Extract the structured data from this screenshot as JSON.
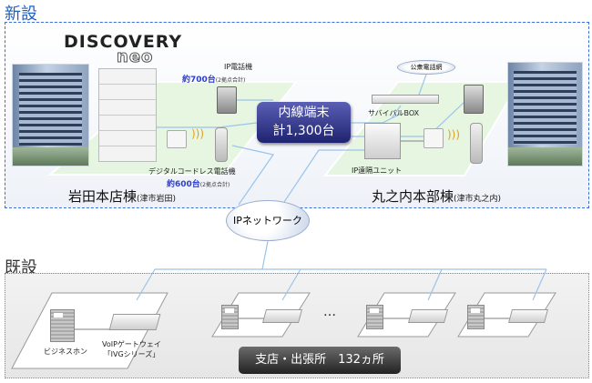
{
  "new_section": {
    "title": "新設",
    "logo": {
      "line1": "DISCOVERY",
      "line2": "neo"
    },
    "ip_phone": {
      "label": "IP電話機",
      "count": "約700台",
      "note": "(2拠点合計)"
    },
    "cordless": {
      "label": "デジタルコードレス電話機",
      "count": "約600台",
      "note": "(2拠点合計)"
    },
    "total": {
      "line1": "内線端末",
      "line2": "計1,300台"
    },
    "left_building": {
      "name": "岩田本店棟",
      "location": "(津市岩田)"
    },
    "right_building": {
      "name": "丸之内本部棟",
      "location": "(津市丸之内)"
    },
    "pstn": "公衆電話網",
    "survival_box": "サバイバルBOX",
    "ip_remote_unit": "IP遠隔ユニット"
  },
  "network": {
    "label": "IPネットワーク"
  },
  "existing_section": {
    "title": "既設",
    "business_phone": "ビジネスホン",
    "gateway": {
      "line1": "VoIPゲートウェイ",
      "line2": "「IVGシリーズ」"
    },
    "ellipsis": "…",
    "branches": "支店・出張所　132ヵ所"
  }
}
